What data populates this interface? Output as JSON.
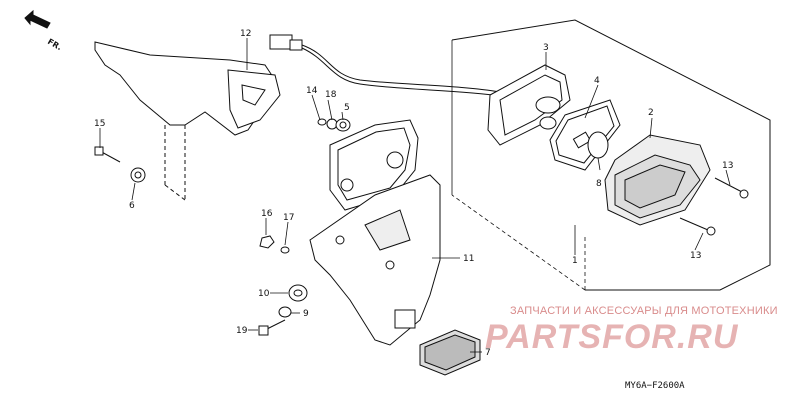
{
  "orientation": {
    "direction_label": "FR."
  },
  "parts": [
    {
      "id": "1",
      "label": "1"
    },
    {
      "id": "2",
      "label": "2"
    },
    {
      "id": "3",
      "label": "3"
    },
    {
      "id": "4",
      "label": "4"
    },
    {
      "id": "5",
      "label": "5"
    },
    {
      "id": "6",
      "label": "6"
    },
    {
      "id": "7",
      "label": "7"
    },
    {
      "id": "8",
      "label": "8"
    },
    {
      "id": "9",
      "label": "9"
    },
    {
      "id": "10",
      "label": "10"
    },
    {
      "id": "11",
      "label": "11"
    },
    {
      "id": "12",
      "label": "12"
    },
    {
      "id": "13a",
      "label": "13"
    },
    {
      "id": "13b",
      "label": "13"
    },
    {
      "id": "14",
      "label": "14"
    },
    {
      "id": "15",
      "label": "15"
    },
    {
      "id": "16",
      "label": "16"
    },
    {
      "id": "17",
      "label": "17"
    },
    {
      "id": "18",
      "label": "18"
    },
    {
      "id": "19",
      "label": "19"
    }
  ],
  "watermark": {
    "tagline": "ЗАПЧАСТИ И АКСЕССУАРЫ ДЛЯ МОТОТЕХНИКИ",
    "logo_text": "PARTSFOR.RU"
  },
  "diagram_code": "MY6A−F2600A"
}
